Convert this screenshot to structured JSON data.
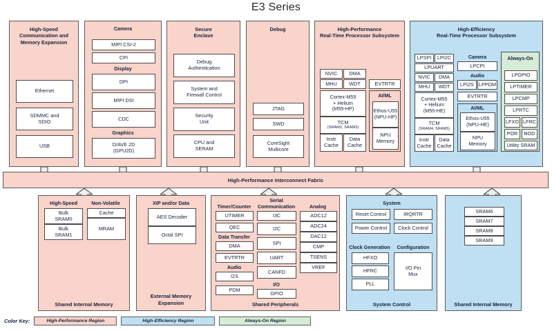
{
  "title": "E3 Series",
  "colors": {
    "high_performance": "#f9d4cb",
    "high_efficiency": "#bfe0f2",
    "always_on": "#d6ecd7",
    "border": "#5a5a5a",
    "text": "#16213a"
  },
  "legend": {
    "label": "Color Key:",
    "items": [
      {
        "name": "High-Performance Region",
        "color": "#f9d4cb"
      },
      {
        "name": "High-Efficiency Region",
        "color": "#bfe0f2"
      },
      {
        "name": "Always-On Region",
        "color": "#d6ecd7"
      }
    ]
  },
  "fabric": {
    "label": "High-Performance Interconnect Fabric"
  },
  "top_row": {
    "comm": {
      "title": "High-Speed\nCommunication and\nMemory Expansion",
      "title_lines": [
        "High-Speed",
        "Communication and",
        "Memory Expansion"
      ],
      "blocks": [
        "Ethernet",
        "SDMMC and SDIO",
        "USB"
      ],
      "block_lines": [
        [
          "Ethernet"
        ],
        [
          "SDMMC and",
          "SDIO"
        ],
        [
          "USB"
        ]
      ]
    },
    "camera_display": {
      "groups": [
        {
          "label": "Camera",
          "blocks": [
            "MIPI CSI-2",
            "CPI"
          ]
        },
        {
          "label": "Display",
          "blocks": [
            "DPI",
            "MIPI DSI",
            "CDC"
          ]
        },
        {
          "label": "Graphics",
          "blocks": [
            "D/AVE 2D (GPU2D)"
          ],
          "block_lines": [
            [
              "D/AVE 2D",
              "(GPU2D)"
            ]
          ]
        }
      ]
    },
    "secure_enclave": {
      "title_lines": [
        "Secure",
        "Enclave"
      ],
      "blocks": [
        "Debug Authentication",
        "System and Firewall Control",
        "Security Unit",
        "CPU and SERAM"
      ],
      "block_lines": [
        [
          "Debug",
          "Authentication"
        ],
        [
          "System and",
          "Firewall Control"
        ],
        [
          "Security",
          "Unit"
        ],
        [
          "CPU and",
          "SERAM"
        ]
      ]
    },
    "debug": {
      "title_lines": [
        "Debug"
      ],
      "blocks": [
        "JTAG",
        "SWD",
        "CoreSight Multicore"
      ],
      "block_lines": [
        [
          "JTAG"
        ],
        [
          "SWD"
        ],
        [
          "CoreSight",
          "Multicore"
        ]
      ]
    },
    "hp_rt": {
      "title_lines": [
        "High-Performance",
        "Real-Time Processor Subsystem"
      ],
      "small_boxes": [
        "NVIC",
        "DMA",
        "MHU",
        "WDT"
      ],
      "cpu_lines": [
        "Cortex-M55",
        "+ Helium",
        "(M55-HP)"
      ],
      "tcm_label": "TCM",
      "tcm_sub": "(SRAM2, SRAM3)",
      "cache": [
        "Instr Cache",
        "Data Cache"
      ],
      "cache_lines": [
        [
          "Instr",
          "Cache"
        ],
        [
          "Data",
          "Cache"
        ]
      ],
      "evtrtr": "EVTRTR",
      "aiml_label": "AI/ML",
      "npu_lines": [
        "Ethos-U55",
        "(NPU-HP)"
      ],
      "npu_memory_lines": [
        "NPU",
        "Memory"
      ]
    },
    "he_rt": {
      "title_lines": [
        "High-Efficiency",
        "Real-Time Processor Subsystem"
      ],
      "lp_boxes": [
        "LPSPI",
        "LPI2C"
      ],
      "lpuart": "LPUART",
      "small_boxes": [
        "NVIC",
        "DMA",
        "MHU",
        "WDT"
      ],
      "cpu_lines": [
        "Cortex-M55",
        "+ Helium",
        "(M55-HE)"
      ],
      "tcm_label": "TCM",
      "tcm_sub": "(SRAM4, SRAM5)",
      "cache_lines": [
        [
          "Instr",
          "Cache"
        ],
        [
          "Data",
          "Cache"
        ]
      ],
      "camera_label": "Camera",
      "camera_block": "LPCPI",
      "audio_label": "Audio",
      "audio_blocks": [
        "LPI2S",
        "LPPDM"
      ],
      "evtrtr": "EVTRTR",
      "aiml_label": "AI/ML",
      "npu_lines": [
        "Ethos-U55",
        "(NPU-HE)"
      ],
      "npu_memory_lines": [
        "NPU",
        "Memory"
      ],
      "always_on": {
        "label": "Always-On",
        "blocks": [
          "LPGPIO",
          "LPTIMER",
          "LPCMP",
          "LPRTC"
        ],
        "pairs": [
          [
            "LFXO",
            "LFRC"
          ],
          [
            "POR",
            "BOD"
          ]
        ],
        "utility": "Utility SRAM"
      }
    }
  },
  "bottom_row": {
    "shared_internal_memory_left": {
      "foot": "Shared Internal Memory",
      "groups": [
        {
          "label": "High-Speed",
          "blocks": [
            "Bulk SRAM0",
            "Bulk SRAM1"
          ],
          "block_lines": [
            [
              "Bulk",
              "SRAM0"
            ],
            [
              "Bulk",
              "SRAM1"
            ]
          ]
        },
        {
          "label": "Non-Volatile",
          "blocks": [
            "Cache",
            "MRAM"
          ],
          "block_lines": [
            [
              "Cache"
            ],
            [
              "MRAM"
            ]
          ]
        }
      ]
    },
    "external_memory_expansion": {
      "foot_lines": [
        "External Memory",
        "Expansion"
      ],
      "label": "XIP and/or Data",
      "blocks": [
        "AES Decoder",
        "Octal SPI"
      ]
    },
    "shared_peripherals": {
      "foot": "Shared Peripherals",
      "columns": [
        {
          "groups": [
            {
              "label": "Timer/Counter",
              "blocks": [
                "UTIMER",
                "QEC"
              ]
            },
            {
              "label": "Data Transfer",
              "blocks": [
                "DMA",
                "EVTRTR"
              ]
            },
            {
              "label": "Audio",
              "blocks": [
                "I2S",
                "PDM"
              ]
            }
          ]
        },
        {
          "groups": [
            {
              "label_lines": [
                "Serial",
                "Communication"
              ],
              "blocks": [
                "I3C",
                "I2C",
                "SPI",
                "UART",
                "CANFD"
              ]
            },
            {
              "label": "I/O",
              "blocks": [
                "GPIO"
              ]
            }
          ]
        },
        {
          "groups": [
            {
              "label": "Analog",
              "blocks": [
                "ADC12",
                "ADC24",
                "DAC12",
                "CMP",
                "TSENS",
                "VREF"
              ]
            }
          ]
        }
      ]
    },
    "system_control": {
      "foot": "System Control",
      "system_label": "System",
      "system_blocks": [
        [
          "Reset Control",
          "IRQRTR"
        ],
        [
          "Power Control",
          "Clock Control"
        ]
      ],
      "clockgen_label": "Clock Generation",
      "clockgen_blocks": [
        "HFXO",
        "HFRC",
        "PLL"
      ],
      "config_label": "Configuration",
      "config_block_lines": [
        "I/O Pin",
        "Mux"
      ]
    },
    "shared_internal_memory_right": {
      "foot": "Shared Internal Memory",
      "blocks": [
        "SRAM6",
        "SRAM7",
        "SRAM8",
        "SRAM9"
      ]
    }
  }
}
